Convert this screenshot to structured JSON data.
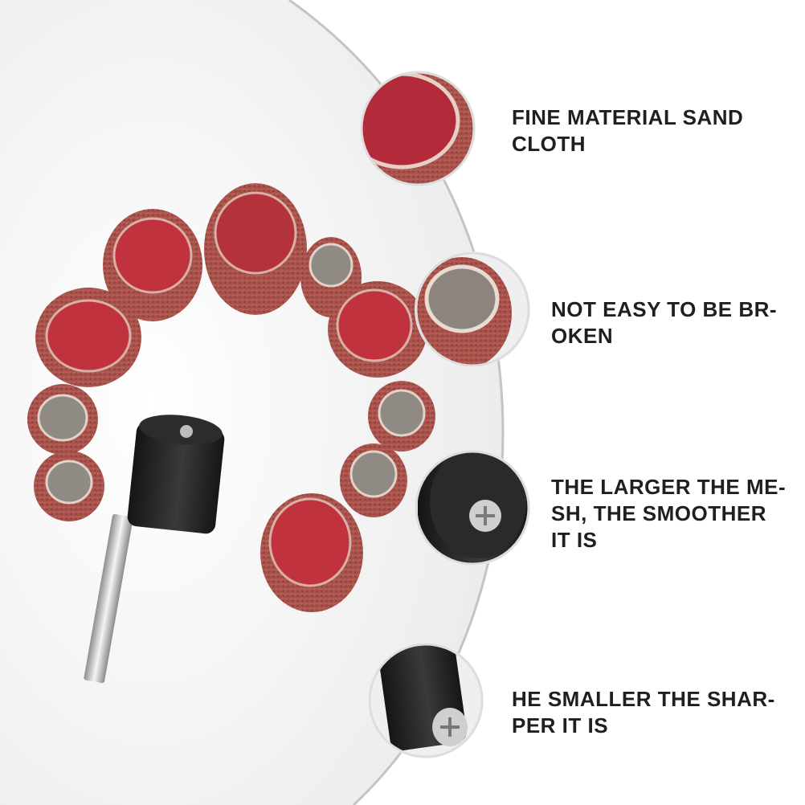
{
  "colors": {
    "background": "#ffffff",
    "panel_gray": "#f1f1f1",
    "arc_line": "#c4c4c4",
    "sand_red": "#a24844",
    "sand_inner": "#c0323e",
    "rubber_black": "#232323",
    "metal": "#c9c9c9",
    "text": "#1f1f1f"
  },
  "product": {
    "description_icon": "sanding-drum-bands-with-mandrel-photo"
  },
  "features": [
    {
      "icon": "sand-cloth-closeup",
      "lines": [
        "FINE MATERIAL SAND",
        "CLOTH"
      ]
    },
    {
      "icon": "sanding-band-edge-closeup",
      "lines": [
        "NOT EASY TO BE BR-",
        "OKEN"
      ]
    },
    {
      "icon": "rubber-drum-screw-closeup",
      "lines": [
        "THE LARGER THE ME-",
        "SH, THE SMOOTHER",
        "IT IS"
      ]
    },
    {
      "icon": "mandrel-closeup",
      "lines": [
        "HE SMALLER THE SHAR-",
        "PER IT IS"
      ]
    }
  ]
}
